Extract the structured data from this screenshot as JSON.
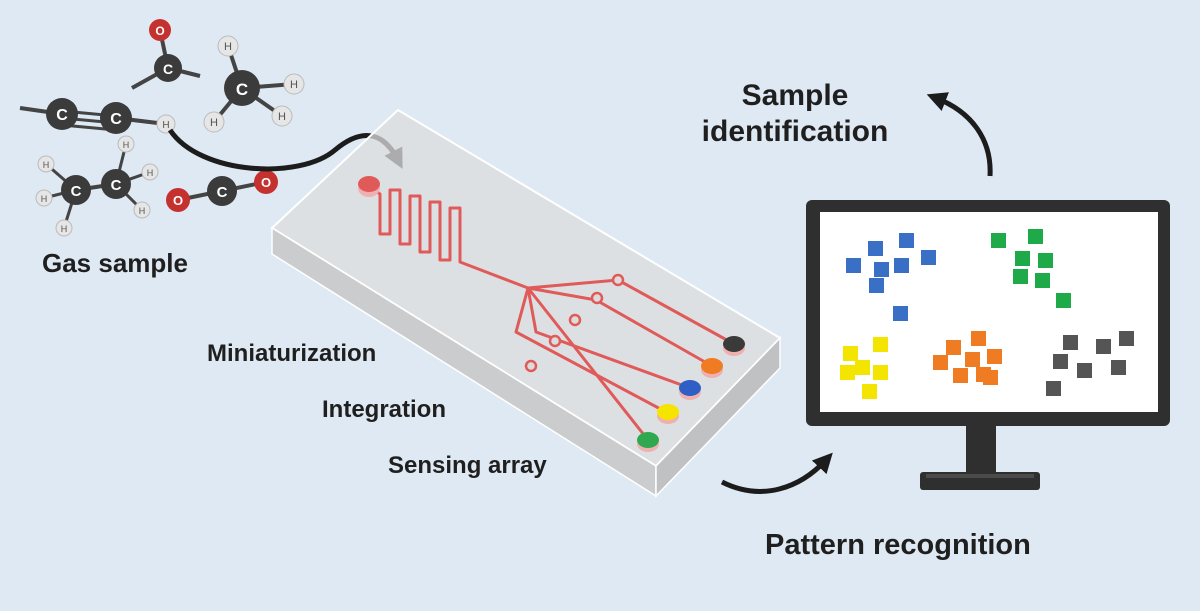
{
  "labels": {
    "gas_sample": "Gas sample",
    "miniaturization": "Miniaturization",
    "integration": "Integration",
    "sensing_array": "Sensing array",
    "sample_identification": "Sample identification",
    "pattern_recognition": "Pattern recognition"
  },
  "atoms": {
    "carbon": "C",
    "oxygen": "O",
    "hydrogen": "H"
  },
  "colors": {
    "background": "#dfe9f3",
    "channel": "#e05a5a",
    "carbon": "#3b3b3b",
    "oxygen": "#c4312e",
    "hydrogen": "#e6e6e6",
    "sensors": [
      "#2fa84f",
      "#f5e400",
      "#2f5fc4",
      "#ef7b22",
      "#3a3a3a"
    ],
    "clusters": [
      "#3a6fc6",
      "#1faa4a",
      "#f3e500",
      "#ef7b22",
      "#555555"
    ]
  }
}
